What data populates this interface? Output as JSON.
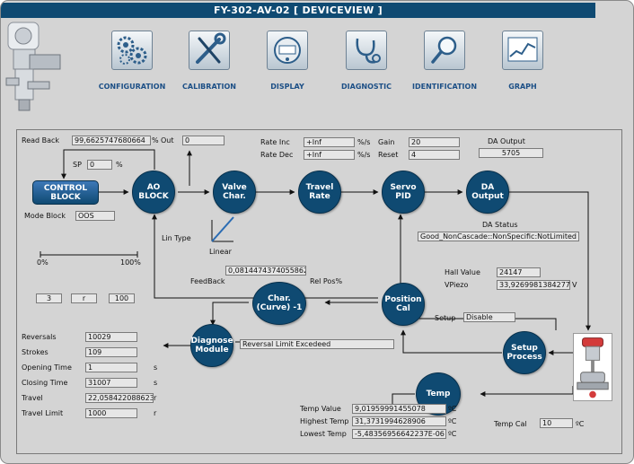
{
  "window": {
    "title": "FY-302-AV-02 [ DEVICEVIEW ]"
  },
  "menu": [
    {
      "id": "configuration",
      "label": "CONFIGURATION",
      "icon": "gears-icon"
    },
    {
      "id": "calibration",
      "label": "CALIBRATION",
      "icon": "wrench-screwdriver-icon"
    },
    {
      "id": "display",
      "label": "DISPLAY",
      "icon": "display-icon"
    },
    {
      "id": "diagnostic",
      "label": "DIAGNOSTIC",
      "icon": "stethoscope-icon"
    },
    {
      "id": "identification",
      "label": "IDENTIFICATION",
      "icon": "magnifier-icon"
    },
    {
      "id": "graph",
      "label": "GRAPH",
      "icon": "graph-icon"
    }
  ],
  "blocks": {
    "control": "CONTROL BLOCK",
    "ao": "AO BLOCK",
    "valve_char": "Valve Char.",
    "travel_rate": "Travel Rate",
    "servo_pid": "Servo PID",
    "da_output": "DA Output",
    "position_cal": "Position Cal",
    "char_inv": "Char. (Curve) -1",
    "diagnose": "Diagnose Module",
    "setup_process": "Setup Process",
    "temp": "Temp"
  },
  "readback": {
    "label": "Read Back",
    "value": "99,6625747680664",
    "unit": "%"
  },
  "out": {
    "label": "Out",
    "value": "0"
  },
  "sp": {
    "label": "SP",
    "value": "0",
    "unit": "%"
  },
  "mode_block": {
    "label": "Mode Block",
    "value": "OOS"
  },
  "bar": {
    "min": "0%",
    "max": "100%",
    "fraction": 0
  },
  "range_fields": {
    "a": "3",
    "b": "r",
    "c": "100"
  },
  "lin_type": {
    "label": "Lin Type",
    "value": "Linear"
  },
  "rate_inc": {
    "label": "Rate Inc",
    "value": "+Inf",
    "unit": "%/s"
  },
  "rate_dec": {
    "label": "Rate Dec",
    "value": "+Inf",
    "unit": "%/s"
  },
  "gain": {
    "label": "Gain",
    "value": "20"
  },
  "reset": {
    "label": "Reset",
    "value": "4"
  },
  "da_output_value": {
    "label": "DA Output",
    "value": "5705"
  },
  "da_status": {
    "label": "DA Status",
    "value": "Good_NonCascade::NonSpecific:NotLimited"
  },
  "feedback": {
    "label": "FeedBack",
    "value": "0,0814474374055862"
  },
  "rel_pos": {
    "label": "Rel Pos%"
  },
  "hall_value": {
    "label": "Hall Value",
    "value": "24147"
  },
  "vpiezo": {
    "label": "VPiezo",
    "value": "33,9269981384277",
    "unit": "V"
  },
  "setup": {
    "label": "Setup",
    "value": "Disable"
  },
  "diag_message": "Reversal Limit Excedeed",
  "stats": [
    {
      "label": "Reversals",
      "value": "10029",
      "unit": ""
    },
    {
      "label": "Strokes",
      "value": "109",
      "unit": ""
    },
    {
      "label": "Opening Time",
      "value": "1",
      "unit": "s"
    },
    {
      "label": "Closing Time",
      "value": "31007",
      "unit": "s"
    },
    {
      "label": "Travel",
      "value": "22,058422088623",
      "unit": "r"
    },
    {
      "label": "Travel Limit",
      "value": "1000",
      "unit": "r"
    }
  ],
  "temps": [
    {
      "label": "Temp Value",
      "value": "9,01959991455078",
      "unit": "ºC"
    },
    {
      "label": "Highest Temp",
      "value": "31,3731994628906",
      "unit": "ºC"
    },
    {
      "label": "Lowest Temp",
      "value": "-5,48356956642237E-06",
      "unit": "ºC"
    }
  ],
  "temp_cal": {
    "label": "Temp Cal",
    "value": "10",
    "unit": "ºC"
  },
  "colors": {
    "title_bar": "#0f4a72",
    "block": "#0f4a72",
    "menu_text": "#1c4f86",
    "panel": "#d4d4d4"
  }
}
